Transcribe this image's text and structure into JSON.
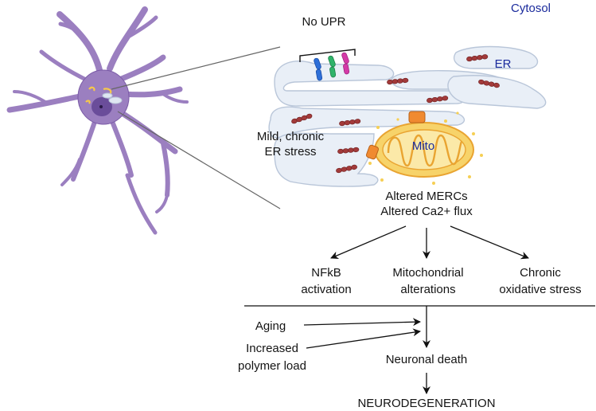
{
  "labels": {
    "cytosol": "Cytosol",
    "no_upr": "No UPR",
    "er": "ER",
    "mito": "Mito",
    "er_stress_1": "Mild, chronic",
    "er_stress_2": "ER stress",
    "mercs": "Altered MERCs",
    "ca_flux": "Altered Ca2+ flux",
    "nfkb_1": "NFkB",
    "nfkb_2": "activation",
    "mito_alt_1": "Mitochondrial",
    "mito_alt_2": "alterations",
    "oxid_1": "Chronic",
    "oxid_2": "oxidative stress",
    "aging": "Aging",
    "polymer_1": "Increased",
    "polymer_2": "polymer load",
    "neuronal_death": "Neuronal death",
    "neurodegeneration": "NEURODEGENERATION"
  },
  "colors": {
    "neuron_fill": "#9b7fc0",
    "neuron_stroke": "#7a5aa6",
    "nucleus": "#6a4d9a",
    "er_fill": "#e9eff7",
    "er_stroke": "#b9c6d9",
    "polymer": "#a23a3a",
    "mito_fill": "#f7d36a",
    "mito_stroke": "#e9a431",
    "mito_inner": "#fbe9a8",
    "channel": "#f08a30",
    "receptor_blue": "#2e6fd8",
    "receptor_green": "#2fb36a",
    "receptor_magenta": "#d43aa7",
    "text_blue": "#1a2a9c",
    "arrow": "#111111"
  }
}
